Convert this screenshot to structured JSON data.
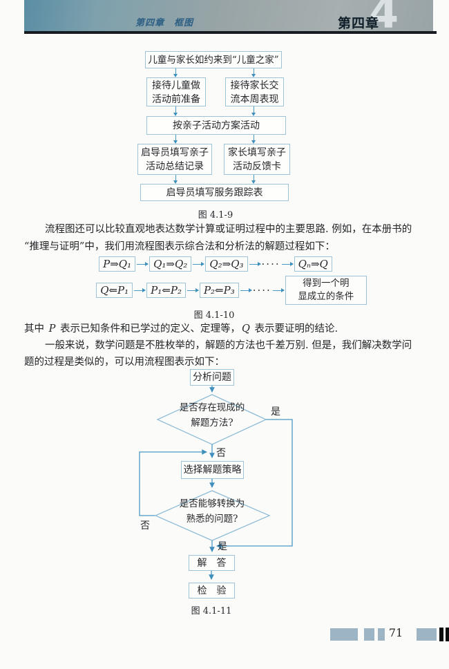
{
  "header": {
    "running_title": "第四章　框图",
    "chapter_number": "4",
    "chapter_title": "第四章"
  },
  "intro": {
    "para1_line1": "流程图还可以比较直观地表达数学计算或证明过程中的主要思路. 例如，在本册书的",
    "para1_line2": "“推理与证明”中，我们用流程图表示综合法和分析法的解题过程如下："
  },
  "fig9": {
    "caption": "图 4.1-9",
    "box_arrive": "儿童与家长如约来到“儿童之家”",
    "box_child_l1": "接待儿童做",
    "box_child_l2": "活动前准备",
    "box_parent_l1": "接待家长交",
    "box_parent_l2": "流本周表现",
    "box_activity": "按亲子活动方案活动",
    "box_record_l1": "启导员填写亲子",
    "box_record_l2": "活动总结记录",
    "box_feedback_l1": "家长填写亲子",
    "box_feedback_l2": "活动反馈卡",
    "box_track": "启导员填写服务跟踪表"
  },
  "fig10": {
    "caption": "图 4.1-10",
    "row1": [
      "P⇒Q₁",
      "Q₁⇒Q₂",
      "Q₂⇒Q₃"
    ],
    "row1_last": "Qₙ⇒Q",
    "row2": [
      "Q⇐P₁",
      "P₁⇐P₂",
      "P₂⇐P₃"
    ],
    "row2_last_l1": "得到一个明",
    "row2_last_l2": "显成立的条件",
    "dots": "····"
  },
  "middle": {
    "pq_seg1": "其中 ",
    "pq_p": "P",
    "pq_seg2": " 表示已知条件和已学过的定义、定理等，",
    "pq_q": "Q",
    "pq_seg3": " 表示要证明的结论.",
    "para2_line1": "一般来说，数学问题是不胜枚举的，解题的方法也千差万别. 但是，我们解决数学问",
    "para2_line2": "题的过程是类似的，可以用流程图表示如下："
  },
  "fig11": {
    "caption": "图 4.1-11",
    "box_analyze": "分析问题",
    "d1_l1": "是否存在现成的",
    "d1_l2": "解题方法?",
    "label_yes1": "是",
    "label_no1": "否",
    "box_strategy": "选择解题策略",
    "d2_l1": "是否能够转换为",
    "d2_l2": "熟悉的问题?",
    "label_no2": "否",
    "label_yes2": "是",
    "box_solve": "解　答",
    "box_check": "检　验"
  },
  "footer": {
    "page_number": "71"
  },
  "colors": {
    "accent_blue": "#3e8fbc",
    "box_border": "#9cc3d8",
    "header_dark_line": "#171c22",
    "footer_block": "#9cb4c4"
  }
}
